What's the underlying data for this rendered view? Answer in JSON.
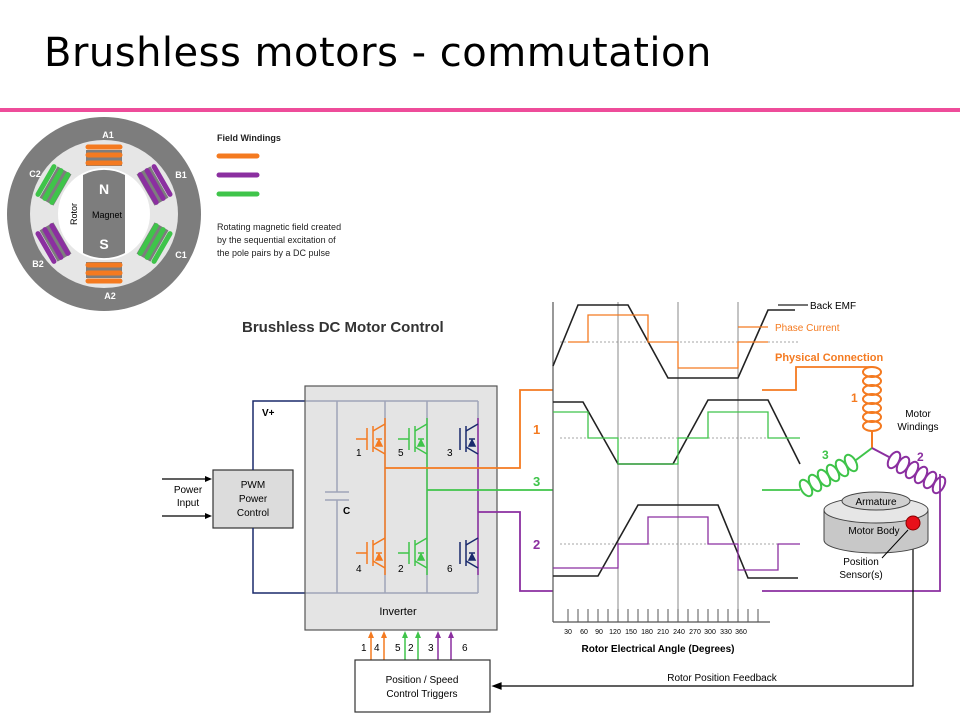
{
  "slide": {
    "title": "Brushless motors - commutation"
  },
  "stator": {
    "pole_labels": [
      "A1",
      "B1",
      "C1",
      "A2",
      "B2",
      "C2"
    ],
    "rotor_north": "N",
    "rotor_south": "S",
    "rotor_label": "Rotor",
    "magnet_label": "Magnet"
  },
  "legend": {
    "title": "Field Windings",
    "description_lines": [
      "Rotating magnetic field created",
      "by the sequential excitation of",
      "the pole pairs by a DC pulse"
    ]
  },
  "control": {
    "title": "Brushless DC Motor Control",
    "vplus": "V+",
    "power_input_lines": [
      "Power",
      "Input"
    ],
    "pwm_lines": [
      "PWM",
      "Power",
      "Control"
    ],
    "capacitor": "C",
    "inverter": "Inverter",
    "switch_labels": [
      "1",
      "5",
      "3",
      "4",
      "2",
      "6"
    ],
    "trigger_labels": [
      "1",
      "4",
      "5",
      "2",
      "3",
      "6"
    ],
    "trigger_box_lines": [
      "Position / Speed",
      "Control Triggers"
    ],
    "phase_labels": [
      "1",
      "3",
      "2"
    ],
    "feedback": "Rotor Position Feedback"
  },
  "waveforms": {
    "back_emf": "Back EMF",
    "phase_current": "Phase Current",
    "physical_connection": "Physical Connection",
    "angle_ticks": [
      "30",
      "60",
      "90",
      "120",
      "150",
      "180",
      "210",
      "240",
      "270",
      "300",
      "330",
      "360"
    ],
    "axis_label": "Rotor Electrical Angle (Degrees)"
  },
  "motor": {
    "winding_labels": [
      "1",
      "3",
      "2"
    ],
    "windings_lines": [
      "Motor",
      "Windings"
    ],
    "armature": "Armature",
    "body": "Motor Body",
    "sensor_lines": [
      "Position",
      "Sensor(s)"
    ]
  },
  "colors": {
    "orange": "#f47a20",
    "purple": "#8b2fa0",
    "green": "#3fc44a",
    "navy": "#1a2a6c",
    "gray": "#808080",
    "accent_rule": "#ee4c9a"
  }
}
